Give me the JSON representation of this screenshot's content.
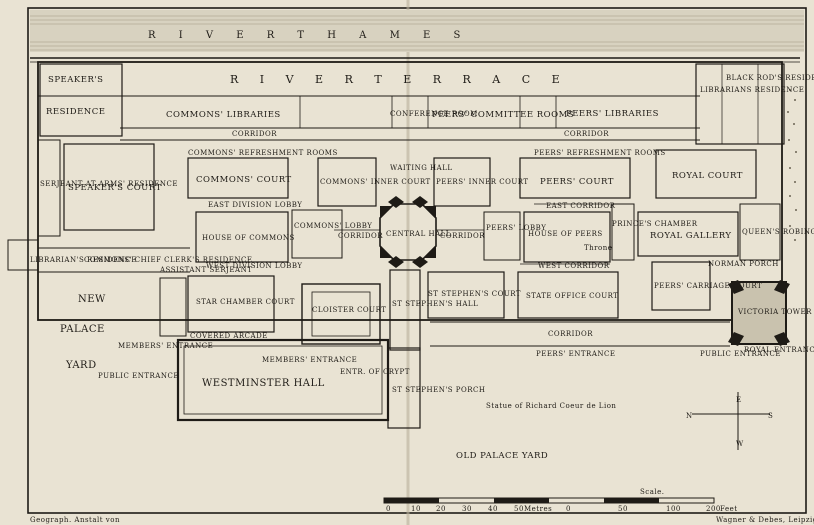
{
  "map": {
    "river": "R I V E R   T H A M E S",
    "terrace": "R I V E R   T E R R A C E",
    "labels": {
      "speakers_residence_top": "SPEAKER'S",
      "speakers_residence_bottom": "RESIDENCE",
      "commons_libraries": "COMMONS' LIBRARIES",
      "conference_room": "CONFERENCE ROOM",
      "peers_committee_rooms": "PEERS' COMMITTEE ROOMS",
      "peers_libraries": "PEERS' LIBRARIES",
      "librarians_residence_right": "LIBRARIANS RESIDENCE",
      "black_rods_residence": "BLACK ROD'S RESIDENCE",
      "corridor_left": "CORRIDOR",
      "corridor_right": "CORRIDOR",
      "serjeant_at_arms_residence": "SERJEANT AT ARMS' RESIDENCE",
      "speakers_court": "SPEAKER'S COURT",
      "commons_refreshment_rooms": "COMMONS' REFRESHMENT ROOMS",
      "commons_court": "COMMONS' COURT",
      "commons_inner_court": "COMMONS' INNER COURT",
      "waiting_hall": "WAITING HALL",
      "peers_inner_court": "PEERS' INNER COURT",
      "peers_refreshment_rooms": "PEERS' REFRESHMENT ROOMS",
      "peers_court": "PEERS' COURT",
      "royal_court": "ROYAL COURT",
      "east_division_lobby": "EAST DIVISION LOBBY",
      "house_of_commons": "HOUSE OF COMMONS",
      "commons_lobby": "COMMONS' LOBBY",
      "corridor_c1": "CORRIDOR",
      "central_hall": "CENTRAL HALL",
      "corridor_c2": "CORRIDOR",
      "peers_lobby": "PEERS' LOBBY",
      "east_corridor": "EAST CORRIDOR",
      "house_of_peers": "HOUSE OF PEERS",
      "throne": "Throne",
      "princes_chamber": "PRINCE'S CHAMBER",
      "royal_gallery": "ROYAL GALLERY",
      "queens_robing_room": "QUEEN'S ROBING ROOM",
      "west_division_lobby": "WEST DIVISION LOBBY",
      "west_corridor": "WEST CORRIDOR",
      "librarians_residence_left": "LIBRARIAN'S RESIDENCE",
      "commons_chief_clerks_residence": "COMMONS' CHIEF CLERK'S RESIDENCE",
      "new_palace_yard_1": "NEW",
      "new_palace_yard_2": "PALACE",
      "new_palace_yard_3": "YARD",
      "assistant_serjeant": "ASSISTANT SERJEANT",
      "star_chamber_court": "STAR CHAMBER COURT",
      "cloister_court": "CLOISTER COURT",
      "st_stephens_hall": "ST STEPHEN'S HALL",
      "st_stephens_court": "ST STEPHEN'S COURT",
      "state_office_court": "STATE OFFICE COURT",
      "peers_carriage_court": "PEERS' CARRIAGE COURT",
      "norman_porch": "NORMAN PORCH",
      "victoria_tower": "VICTORIA TOWER",
      "corridor_lower": "CORRIDOR",
      "members_entrance_left": "MEMBERS' ENTRANCE",
      "covered_arcade": "COVERED ARCADE",
      "members_entrance_mid": "MEMBERS' ENTRANCE",
      "entr_of_crypt": "ENTR. OF CRYPT",
      "peers_entrance": "PEERS' ENTRANCE",
      "public_entrance_left": "PUBLIC ENTRANCE",
      "westminster_hall": "WESTMINSTER HALL",
      "st_stephens_porch": "ST STEPHEN'S PORCH",
      "public_entrance_right": "PUBLIC ENTRANCE",
      "royal_entrance": "ROYAL ENTRANCE",
      "statue": "Statue of Richard Coeur de Lion",
      "old_palace_yard": "OLD PALACE YARD",
      "scale_title": "Scale.",
      "scale_metres": "Metres",
      "scale_feet": "Feet",
      "imprint_left": "Geograph. Anstalt von",
      "imprint_right": "Wagner & Debes, Leipzig."
    },
    "compass": {
      "n": "N",
      "s": "S",
      "e": "E",
      "w": "W"
    },
    "scale_ticks": [
      "0",
      "10",
      "20",
      "30",
      "40",
      "50"
    ],
    "scale_ticks_feet": [
      "0",
      "50",
      "100",
      "200"
    ],
    "colors": {
      "paper": "#e9e3d3",
      "ink": "#1e1b16",
      "water": "#d8d2c0",
      "fill": "#c9c2ae"
    }
  }
}
